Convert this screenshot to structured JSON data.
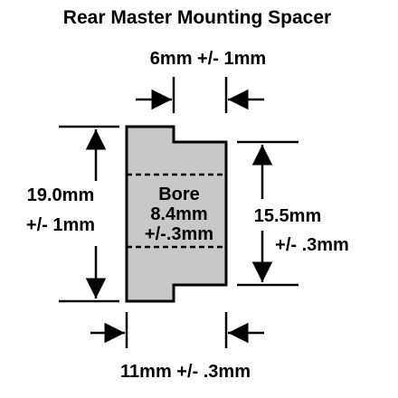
{
  "title": "Rear Master Mounting Spacer",
  "dimensions": {
    "top_width": "6mm +/- 1mm",
    "left_height_line1": "19.0mm",
    "left_height_line2": "+/- 1mm",
    "right_height_line1": "15.5mm",
    "right_height_line2": "+/- .3mm",
    "bottom_width": "11mm +/- .3mm"
  },
  "bore": {
    "line1": "Bore",
    "line2": "8.4mm",
    "line3": "+/-.3mm"
  },
  "colors": {
    "part_fill": "#c8c8c8",
    "line": "#000000",
    "background": "#ffffff"
  }
}
